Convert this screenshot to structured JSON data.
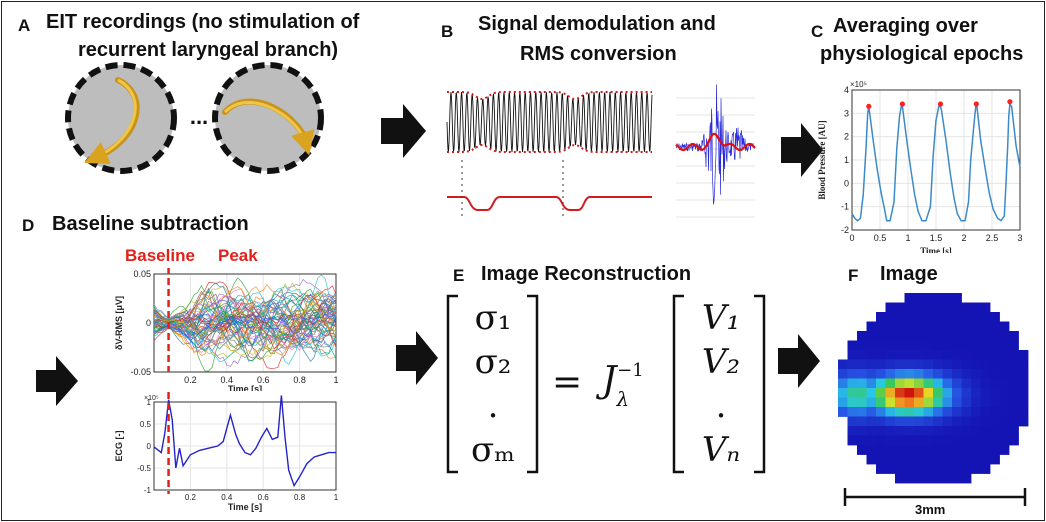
{
  "panels": {
    "a": {
      "letter": "A",
      "title_line1": "EIT recordings (no stimulation of",
      "title_line2": "recurrent laryngeal branch)",
      "ellipsis": "..."
    },
    "b": {
      "letter": "B",
      "title_line1": "Signal demodulation and",
      "title_line2": "RMS conversion"
    },
    "c": {
      "letter": "C",
      "title_line1": "Averaging   over",
      "title_line2": "physiological epochs"
    },
    "d": {
      "letter": "D",
      "title": "Baseline subtraction",
      "baseline_label": "Baseline",
      "peak_label": "Peak"
    },
    "e": {
      "letter": "E",
      "title": "Image Reconstruction"
    },
    "f": {
      "letter": "F",
      "title": "Image",
      "scale_label": "3mm"
    }
  },
  "plots": {
    "bp": {
      "ylabel": "Blood Pressure [AU]",
      "xlabel": "Time [s]",
      "exponent": "×10⁵",
      "yticks": [
        "4",
        "3",
        "2",
        "1",
        "0",
        "-1",
        "-2"
      ],
      "xticks": [
        "0",
        "0.5",
        "1",
        "1.5",
        "2",
        "2.5",
        "3"
      ]
    },
    "rms": {
      "ylabel": "δV-RMS [μV]",
      "xlabel": "Time [s]",
      "yticks": [
        "0.05",
        "0",
        "-0.05"
      ],
      "xticks": [
        "0.2",
        "0.4",
        "0.6",
        "0.8",
        "1"
      ]
    },
    "ecg": {
      "ylabel": "ECG [-]",
      "xlabel": "Time [s]",
      "exponent": "×10⁵",
      "yticks": [
        "1",
        "0.5",
        "0",
        "-0.5",
        "-1"
      ],
      "xticks": [
        "0.2",
        "0.4",
        "0.6",
        "0.8",
        "1"
      ]
    }
  },
  "equation": {
    "lhs": [
      "σ₁",
      "σ₂",
      ".",
      "σₘ"
    ],
    "equals": "=",
    "operator_J": "J",
    "operator_sub": "λ",
    "operator_sup": "−1",
    "rhs": [
      "V₁",
      "V₂",
      ".",
      "Vₙ"
    ]
  },
  "chart_data": [
    {
      "type": "line",
      "ylabel": "Blood Pressure [AU]",
      "xlabel": "Time [s]",
      "xlim": [
        0,
        3
      ],
      "ylim": [
        -2,
        4
      ],
      "y_scale_exponent": 5,
      "series": [
        {
          "x": [
            0,
            0.05,
            0.1,
            0.15,
            0.2,
            0.25,
            0.28,
            0.3,
            0.38,
            0.45,
            0.52,
            0.58,
            0.62,
            0.68,
            0.75,
            0.8,
            0.85,
            0.88,
            0.9,
            0.98,
            1.05,
            1.12,
            1.18,
            1.25,
            1.32,
            1.4,
            1.45,
            1.5,
            1.55,
            1.58,
            1.6,
            1.68,
            1.75,
            1.82,
            1.88,
            1.95,
            2.02,
            2.08,
            2.12,
            2.18,
            2.21,
            2.23,
            2.3,
            2.38,
            2.45,
            2.52,
            2.6,
            2.66,
            2.72,
            2.75,
            2.78,
            2.8,
            2.82,
            2.85,
            2.93,
            3.0
          ],
          "y": [
            -1.3,
            -1.5,
            -1.6,
            -1.5,
            -0.5,
            1.5,
            3.0,
            3.3,
            1.8,
            0.6,
            -0.4,
            -1.1,
            -1.6,
            -1.6,
            -0.8,
            1.5,
            2.9,
            3.3,
            3.3,
            1.8,
            0.6,
            -0.5,
            -1.2,
            -1.6,
            -1.6,
            -1.0,
            1.2,
            2.7,
            3.3,
            3.3,
            3.1,
            1.8,
            0.5,
            -0.6,
            -1.3,
            -1.6,
            -1.6,
            -0.8,
            1.0,
            2.6,
            3.3,
            3.3,
            1.8,
            0.6,
            -0.4,
            -1.1,
            -1.5,
            -1.6,
            -1.4,
            0.0,
            1.6,
            2.9,
            3.4,
            3.3,
            1.6,
            0.7
          ]
        },
        {
          "x": [
            0.3,
            0.9,
            1.58,
            2.22,
            2.82
          ],
          "y": [
            3.3,
            3.4,
            3.4,
            3.4,
            3.5
          ]
        }
      ]
    },
    {
      "type": "line",
      "ylabel": "δV-RMS [μV]",
      "xlabel": "Time [s]",
      "xlim": [
        0,
        1
      ],
      "ylim": [
        -0.05,
        0.05
      ]
    },
    {
      "type": "line",
      "ylabel": "ECG [-]",
      "xlabel": "Time [s]",
      "xlim": [
        0,
        1
      ],
      "ylim": [
        -1,
        1
      ],
      "y_scale_exponent": 5,
      "series": [
        {
          "x": [
            0,
            0.04,
            0.06,
            0.08,
            0.1,
            0.12,
            0.14,
            0.16,
            0.2,
            0.25,
            0.3,
            0.35,
            0.38,
            0.42,
            0.45,
            0.47,
            0.5,
            0.53,
            0.56,
            0.59,
            0.62,
            0.65,
            0.68,
            0.7,
            0.72,
            0.74,
            0.77,
            0.8,
            0.84,
            0.88,
            0.92,
            0.96,
            1.0
          ],
          "y": [
            -0.02,
            -0.15,
            0.3,
            1.05,
            0.6,
            -0.5,
            -0.05,
            -0.45,
            -0.2,
            -0.1,
            -0.05,
            0.0,
            0.1,
            0.7,
            0.25,
            0.05,
            -0.15,
            -0.2,
            -0.05,
            0.2,
            0.4,
            0.15,
            0.2,
            1.15,
            0.2,
            -0.55,
            -0.9,
            -0.7,
            -0.4,
            -0.25,
            -0.2,
            -0.15,
            -0.15
          ]
        }
      ]
    }
  ],
  "colors": {
    "black": "#111111",
    "red_dash": "#e0221b",
    "signal_red": "#d21d1d",
    "blue_signal": "#2b2bd9",
    "bp_line": "#3c8ac8",
    "peak_marker": "#ff2020",
    "ecg_line": "#2424c8",
    "gold_arrow": "#d9a31f",
    "grey_disc": "#bdbdbd",
    "image_bg": "#1414b4"
  }
}
